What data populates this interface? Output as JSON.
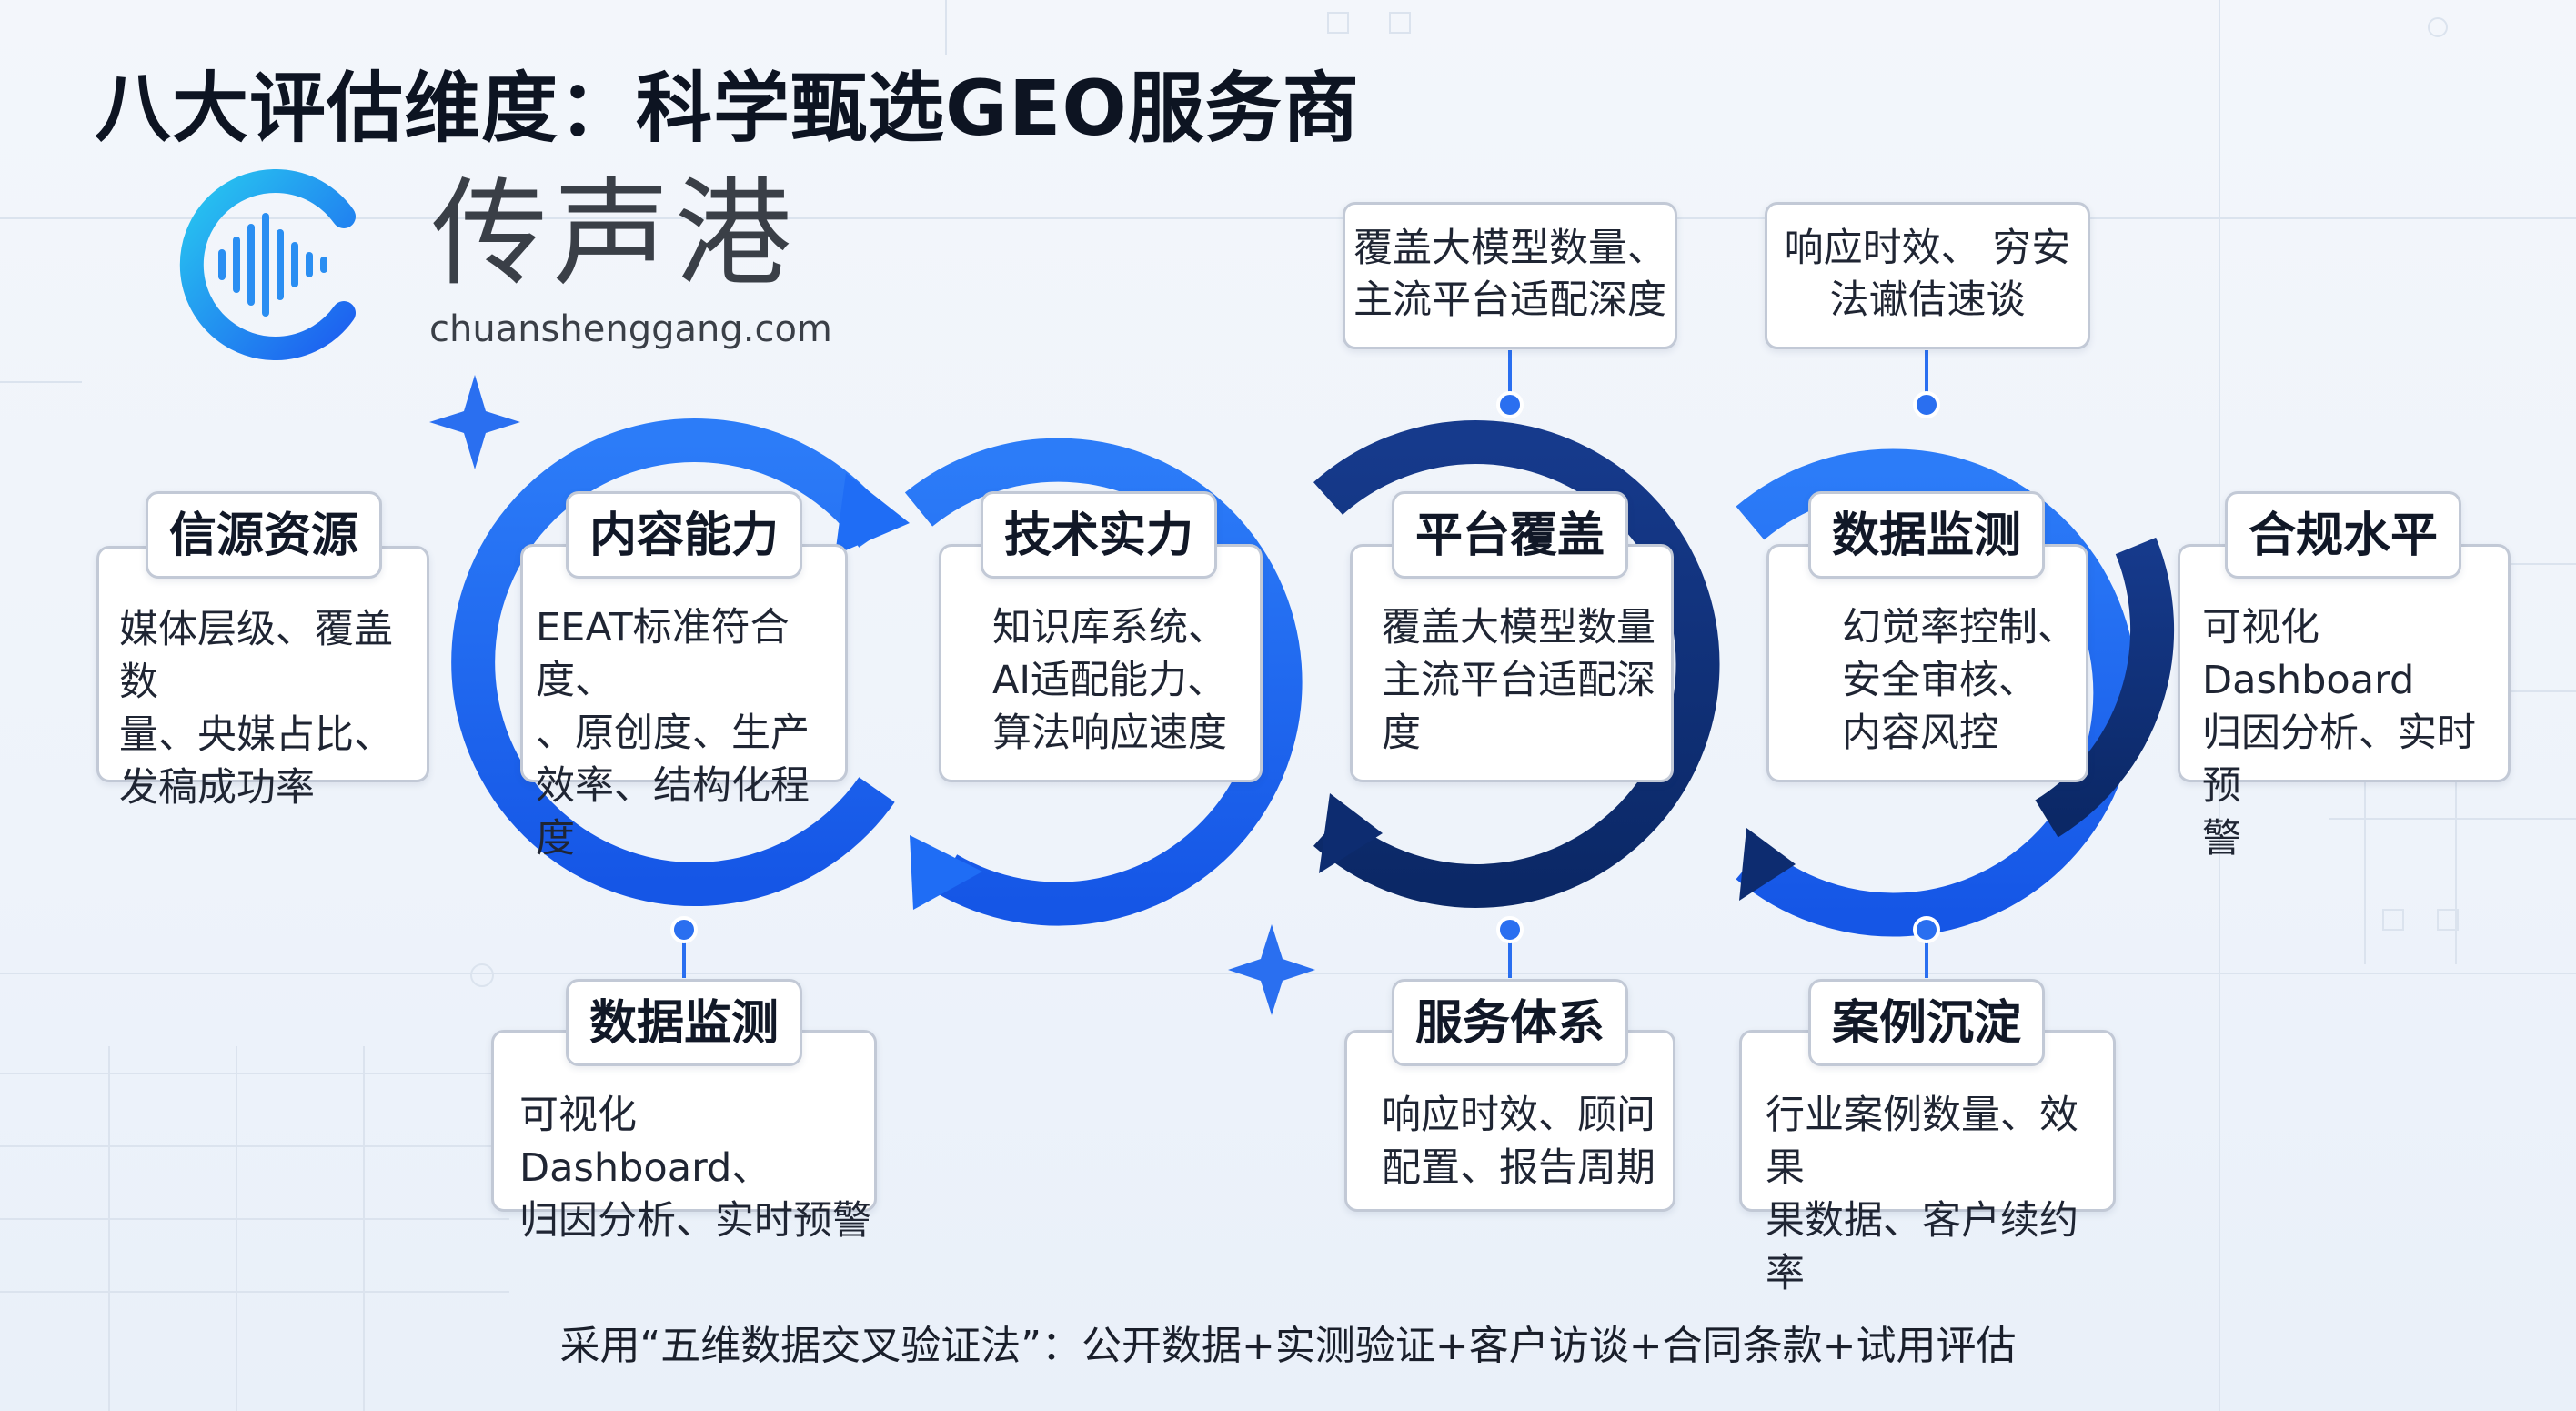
{
  "title": "八大评估维度：科学甄选GEO服务商",
  "logo": {
    "name": "传声港",
    "domain": "chuanshenggang.com",
    "icon": "sound-wave-c-logo"
  },
  "colors": {
    "bright_blue": "#1f6df5",
    "navy": "#0d2c70",
    "accent_star": "#2a6ff0"
  },
  "dimensions": {
    "source": {
      "label": "信源资源",
      "lines": [
        "媒体层级、覆盖数",
        "量、央媒占比、",
        "发稿成功率"
      ]
    },
    "content": {
      "label": "内容能力",
      "lines": [
        "EEAT标准符合度、",
        "、原创度、生产",
        "效率、结构化程度"
      ]
    },
    "tech": {
      "label": "技术实力",
      "lines": [
        "知识库系统、",
        "AI适配能力、",
        "算法响应速度"
      ]
    },
    "platform": {
      "label": "平台覆盖",
      "lines": [
        "覆盖大模型数量",
        "主流平台适配深",
        "度"
      ]
    },
    "monitor_top": {
      "label": "数据监测",
      "lines": [
        "幻觉率控制、",
        "安全审核、",
        "内容风控"
      ]
    },
    "compliance": {
      "label": "合规水平",
      "lines": [
        "可视化Dashboard",
        "归因分析、实时预",
        "警"
      ]
    },
    "monitor_bottom": {
      "label": "数据监测",
      "lines": [
        "可视化Dashboard、",
        "归因分析、实时预警"
      ]
    },
    "service": {
      "label": "服务体系",
      "lines": [
        "响应时效、顾问",
        "配置、报告周期"
      ]
    },
    "cases": {
      "label": "案例沉淀",
      "lines": [
        "行业案例数量、效果",
        "果数据、客户续约率"
      ]
    }
  },
  "callouts": {
    "platform_top": [
      "覆盖大模型数量、",
      "主流平台适配深度"
    ],
    "monitor_top": [
      "响应时效、",
      "穷安法谳佶速谈"
    ]
  },
  "footer": "采用“五维数据交叉验证法”：公开数据+实测验证+客户访谈+合同条款+试用评估"
}
